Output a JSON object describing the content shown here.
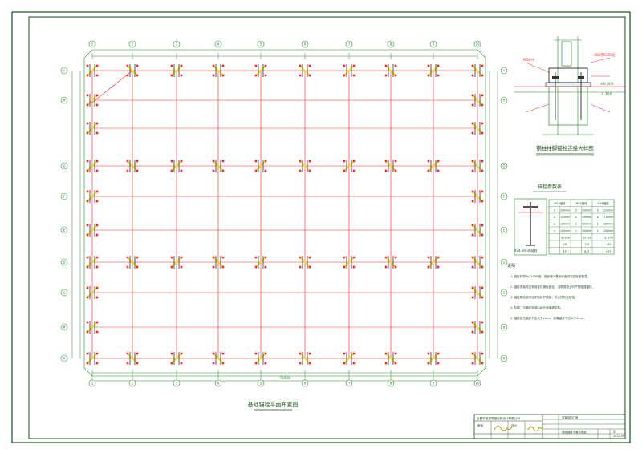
{
  "drawing": {
    "plan_title": "基础锚栓平面布置图",
    "detail_title": "钢柱柱脚锚栓连接大样图",
    "table_title": "锚栓参数表",
    "grid_cols": [
      "1",
      "2",
      "3",
      "4",
      "5",
      "6",
      "7",
      "8",
      "9",
      "10"
    ],
    "grid_rows": [
      "A",
      "B",
      "C",
      "D",
      "E",
      "F",
      "G",
      "H",
      "I"
    ],
    "overall_dim": "72000",
    "detail_callouts": [
      "M30-4",
      "300厚C35砼",
      "±0.000",
      "-0.100"
    ],
    "table": {
      "headers": [
        "",
        "M24锚栓",
        "",
        "M30锚栓",
        "",
        "M36锚栓",
        ""
      ],
      "rows": [
        [
          "d",
          "200mm",
          "d",
          "200mm",
          "d",
          "220mm"
        ],
        [
          "a",
          "150mm",
          "a",
          "150mm",
          "a",
          "170mm"
        ],
        [
          "b",
          "150mm",
          "b",
          "150mm",
          "b",
          "150mm"
        ],
        [
          "c",
          "100mm",
          "c",
          "100mm",
          "c",
          "100mm"
        ],
        [
          "",
          "Q235B",
          "",
          "Q235B",
          "",
          "Q235B"
        ],
        [
          "",
          "150",
          "",
          "150",
          "",
          "150"
        ],
        [
          "",
          "φ12",
          "",
          "φ12",
          "",
          "φ12"
        ]
      ]
    },
    "table_side_label": "M24-30-36锚栓",
    "notes_heading": "说明",
    "notes": [
      "1. 锚栓材质为Q235B钢，锚栓埋入基础长度详见锚栓参数表。",
      "2. 锚栓安装时应采用定位钢板固定，浇筑混凝土时严禁碰撞锚栓。",
      "3. 锚栓螺纹部分应采取保护措施，防止损伤及锈蚀。",
      "4. 柱脚二次灌浆采用C40无收缩灌浆料。",
      "5. 锚栓定位偏差不应大于2mm，标高偏差不应大于5mm。"
    ],
    "title_block": {
      "company": "合肥市某建筑钢结构设计有限公司",
      "project": "某钢结构厂房",
      "sheet_name": "基础锚栓平面布置图",
      "sheet_no": "3",
      "date": "2022.09",
      "sign_1": "审核",
      "sign_2": "设计"
    }
  },
  "colors": {
    "frame": "#1e4d1e",
    "axis": "#ff2222",
    "dim": "#2a8a2a",
    "bolt": "#f0e000",
    "anchor": "#111111"
  }
}
